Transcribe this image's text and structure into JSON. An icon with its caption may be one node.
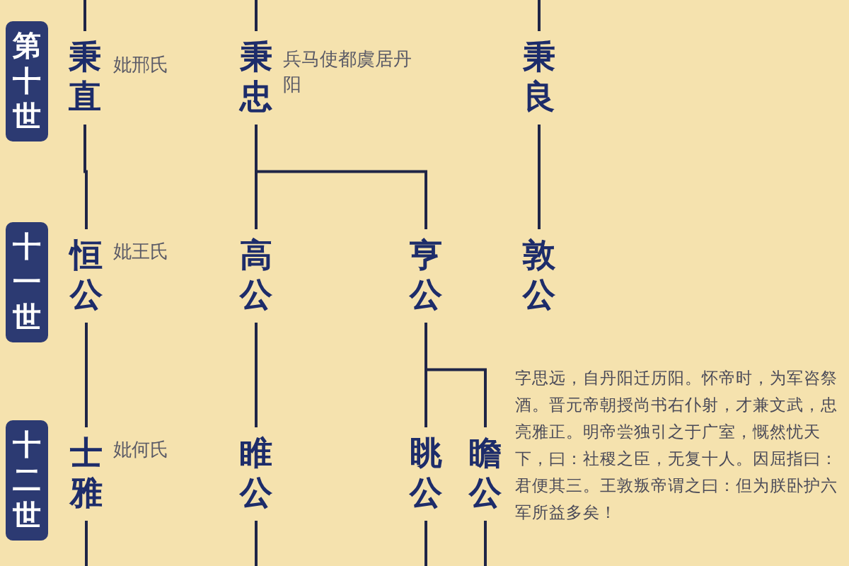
{
  "diagram": {
    "nodes": [
      {
        "text": [
          "第十世"
        ]
      },
      {
        "text": [
          "秉直"
        ],
        "beside": [
          "妣邢氏"
        ]
      },
      {
        "text": [
          "秉忠"
        ],
        "beside": [
          "兵马使都虞居丹阳"
        ]
      },
      {
        "text": [
          "秉良"
        ]
      },
      {
        "text": [
          "十一世"
        ]
      },
      {
        "text": [
          "恒公"
        ],
        "beside": [
          "妣王氏"
        ]
      },
      {
        "text": [
          "高公"
        ]
      },
      {
        "text": [
          "亨公"
        ]
      },
      {
        "text": [
          "敦公"
        ]
      },
      {
        "text": [
          "十二世"
        ]
      },
      {
        "text": [
          "士雅"
        ],
        "beside": [
          "妣何氏"
        ]
      },
      {
        "text": [
          "睢公"
        ]
      },
      {
        "text": [
          "眺公"
        ]
      },
      {
        "text": [
          "瞻公"
        ],
        "beside": [
          "字思远，自丹阳迁历阳。怀帝时，为军咨祭酒。晋元帝朝授尚书右仆射，才兼文武，忠亮雅正。明帝尝独引之于广室，慨然忧天下，曰：社稷之臣，无复十人。因屈指曰：君便其三。王敦叛帝谓之曰：但为朕卧护六军所益多矣！"
        ]
      }
    ],
    "edges": [
      {
        "from": null,
        "to": 1,
        "arrow": "none"
      },
      {
        "from": null,
        "to": 2,
        "arrow": "none"
      },
      {
        "from": null,
        "to": 3,
        "arrow": "none"
      },
      {
        "from": 1,
        "to": 5,
        "arrow": "none"
      },
      {
        "from": 2,
        "to": 6,
        "arrow": "none"
      },
      {
        "from": 2,
        "to": 7,
        "arrow": "none"
      },
      {
        "from": 3,
        "to": 8,
        "arrow": "none"
      },
      {
        "from": 5,
        "to": 10,
        "arrow": "none"
      },
      {
        "from": 6,
        "to": 11,
        "arrow": "none"
      },
      {
        "from": 7,
        "to": 12,
        "arrow": "none"
      },
      {
        "from": 7,
        "to": 13,
        "arrow": "none"
      },
      {
        "from": 10,
        "to": null,
        "arrow": "none"
      },
      {
        "from": 11,
        "to": null,
        "arrow": "none"
      },
      {
        "from": 12,
        "to": null,
        "arrow": "none"
      },
      {
        "from": 13,
        "to": null,
        "arrow": "none"
      }
    ]
  }
}
